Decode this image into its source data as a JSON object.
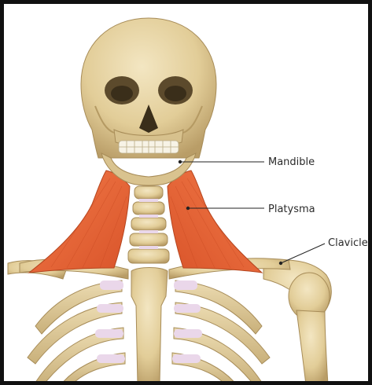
{
  "diagram": {
    "labels": {
      "mandible": "Mandible",
      "platysma": "Platysma",
      "clavicle": "Clavicle"
    },
    "colors": {
      "bone": "#e8d6a8",
      "bone_shadow": "#bfa673",
      "bone_dark": "#8c7445",
      "muscle": "#ee6a3a",
      "muscle_dark": "#c94a22",
      "cartilage": "#ead7ea",
      "leader_line": "#222222",
      "frame": "#111111"
    }
  }
}
